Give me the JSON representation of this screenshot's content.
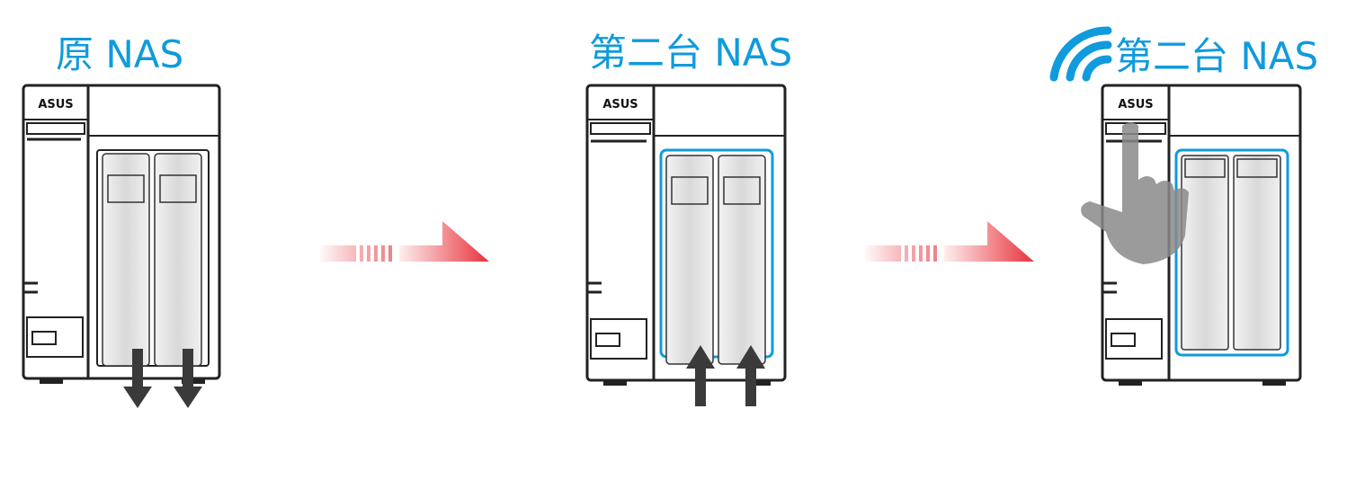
{
  "panels": [
    {
      "label": "原 NAS",
      "brand": "ASUS"
    },
    {
      "label": "第二台 NAS",
      "brand": "ASUS"
    },
    {
      "label": "第二台 NAS",
      "brand": "ASUS"
    }
  ],
  "icons": [
    "wifi-icon",
    "pointing-hand-icon",
    "down-arrow-icon",
    "up-arrow-icon",
    "right-arrow-icon"
  ],
  "colors": {
    "accent": "#0f9bdc",
    "arrow_red": "#e8323a",
    "outline": "#2a2a2a",
    "hand_gray": "#8a8a8a",
    "push_arrow": "#3a3a3a"
  }
}
